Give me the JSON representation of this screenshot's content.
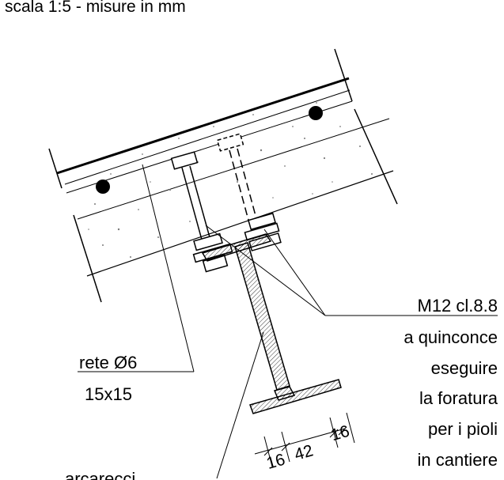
{
  "header": {
    "scale_note": "scala 1:5 - misure in mm"
  },
  "labels": {
    "bolt_spec": "M12 cl.8.8",
    "bolt_layout": "a quinconce",
    "note_line1": "eseguire",
    "note_line2": "la foratura",
    "note_line3": "per i pioli",
    "note_line4": "in cantiere",
    "mesh_spec": "rete Ø6",
    "mesh_spacing": "15x15",
    "purlin": "arcarecci"
  },
  "dimensions": [
    "16",
    "42",
    "16"
  ],
  "colors": {
    "line": "#000000",
    "concrete_hatch": "#7a7a7a",
    "background": "#ffffff"
  }
}
